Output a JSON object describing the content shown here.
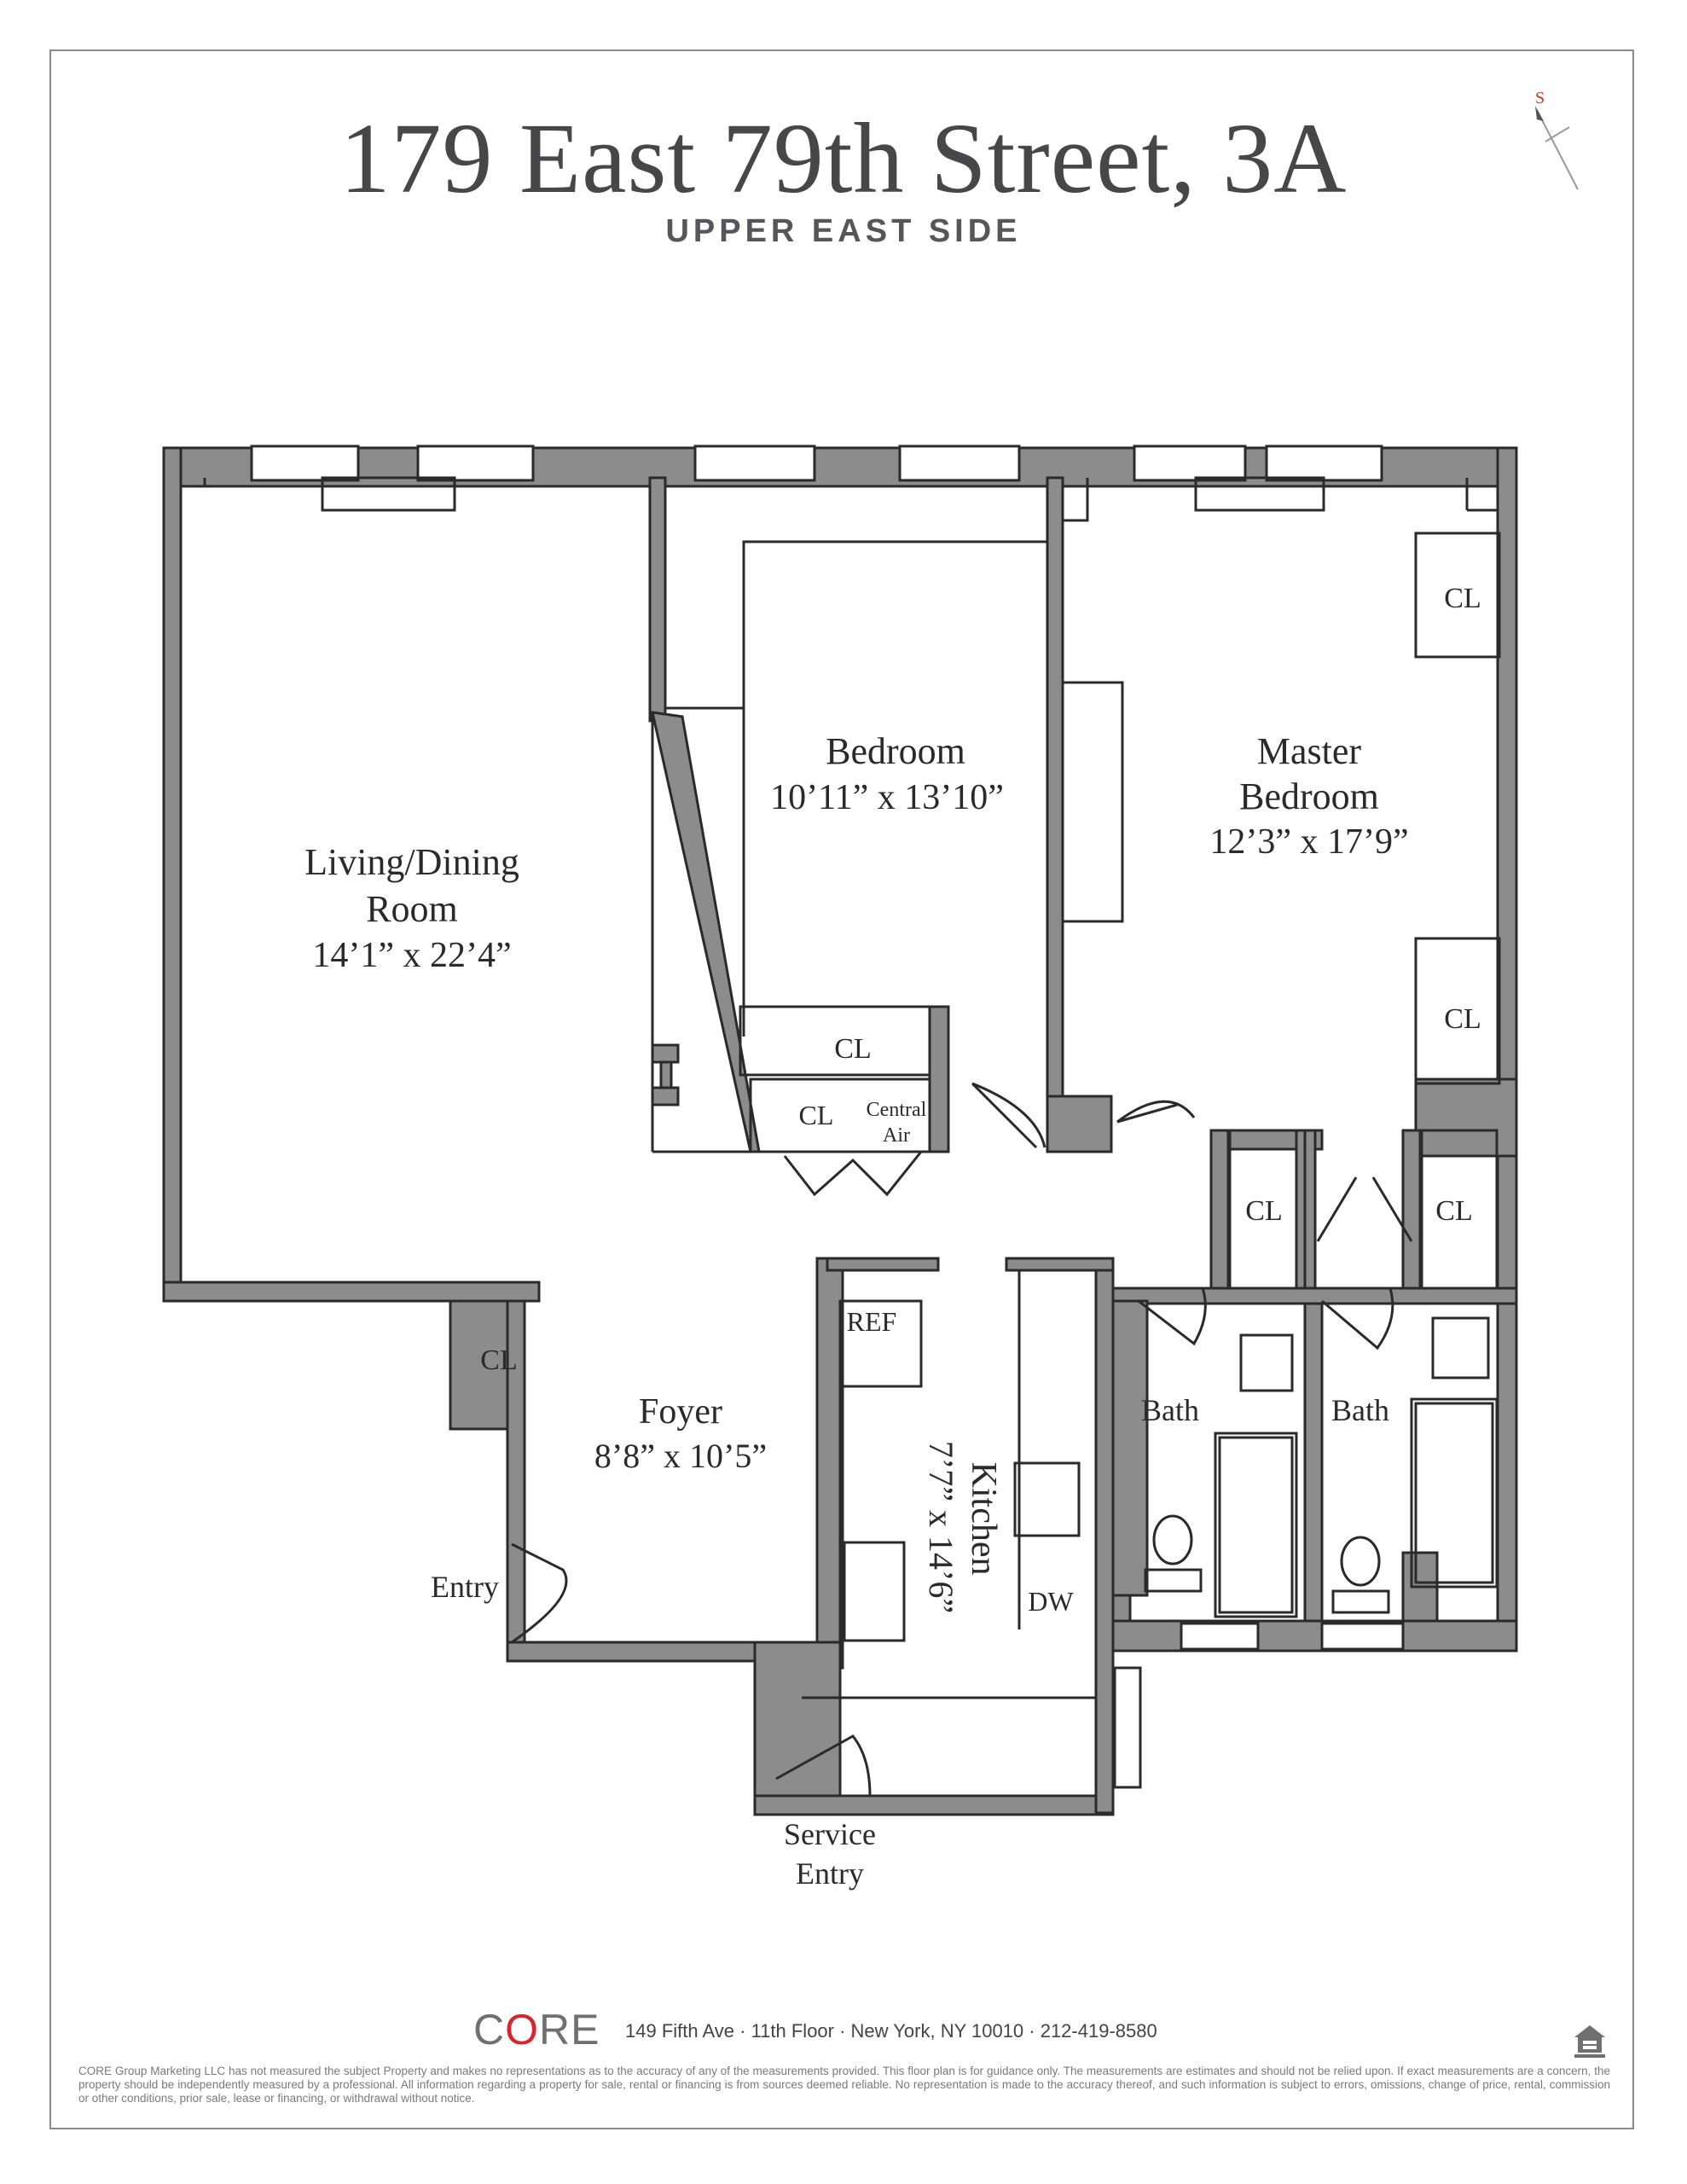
{
  "header": {
    "title": "179 East 79th Street, 3A",
    "subtitle": "UPPER EAST SIDE",
    "compass_label": "S"
  },
  "rooms": {
    "living_name_1": "Living/Dining",
    "living_name_2": "Room",
    "living_dims": "14’1” x 22’4”",
    "bedroom_name": "Bedroom",
    "bedroom_dims": "10’11” x 13’10”",
    "master_name_1": "Master",
    "master_name_2": "Bedroom",
    "master_dims": "12’3” x 17’9”",
    "foyer_name": "Foyer",
    "foyer_dims": "8’8” x 10’5”",
    "kitchen_label": "Kitchen",
    "kitchen_dims": "7’7” x 14’6”",
    "bath_1": "Bath",
    "bath_2": "Bath",
    "entry": "Entry",
    "service_entry_1": "Service",
    "service_entry_2": "Entry"
  },
  "fixtures": {
    "closet": "CL",
    "central_air_1": "Central",
    "central_air_2": "Air",
    "refrigerator": "REF",
    "dishwasher": "DW"
  },
  "footer": {
    "logo_prefix": "C",
    "logo_o": "O",
    "logo_suffix": "RE",
    "address": "149 Fifth Ave · 11th Floor · New York, NY 10010 · 212-419-8580",
    "disclaimer": "CORE Group Marketing LLC has not measured the subject Property and makes no representations as to the accuracy of any of the measurements provided. This floor plan is for guidance only. The measurements are estimates and should not be relied upon. If exact measurements are a concern, the property should be independently measured by a professional. All information regarding a property for sale, rental or financing is from sources deemed reliable. No representation is made to the accuracy thereof, and such information is subject to errors, omissions, change of price, rental, commission or other conditions, prior sale, lease or financing, or withdrawal without notice."
  },
  "colors": {
    "wall": "#8c8c8c",
    "line": "#2a2a2a",
    "accent": "#d9232d"
  }
}
